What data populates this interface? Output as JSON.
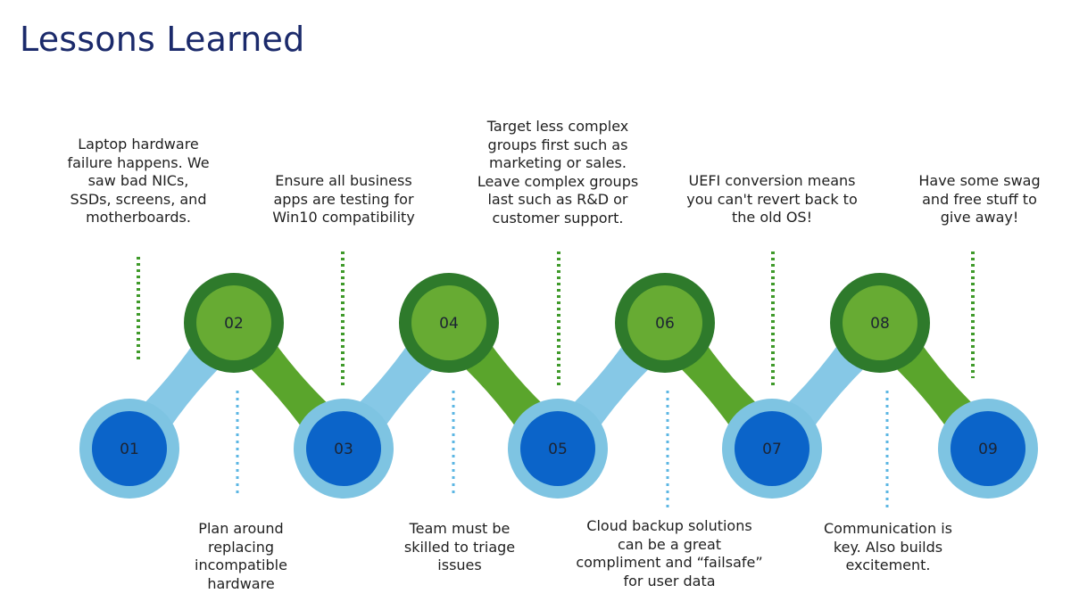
{
  "title": "Lessons Learned",
  "colors": {
    "title": "#1b2a6b",
    "blue_ring": "#7ec4e2",
    "blue_core": "#0b64c9",
    "green_ring": "#2e7a2b",
    "green_core": "#67ab33",
    "blue_connector": "#86c8e6",
    "green_connector": "#5aa52c",
    "dot_green": "#3f9a2a",
    "dot_blue": "#5bb6e3"
  },
  "steps": [
    {
      "number": "01",
      "text": "Laptop hardware\nfailure happens. We\nsaw bad NICs,\nSSDs, screens, and\nmotherboards."
    },
    {
      "number": "02",
      "text": "Plan around\nreplacing\nincompatible\nhardware"
    },
    {
      "number": "03",
      "text": "Ensure all business\napps are testing for\nWin10 compatibility"
    },
    {
      "number": "04",
      "text": "Team must be\nskilled to triage\nissues"
    },
    {
      "number": "05",
      "text": "Target less complex\ngroups first such as\nmarketing or sales.\nLeave complex groups\nlast such as R&D or\ncustomer support."
    },
    {
      "number": "06",
      "text": "Cloud backup solutions\ncan be a great\ncompliment and “failsafe”\nfor user data"
    },
    {
      "number": "07",
      "text": "UEFI conversion means\nyou can't revert back to\nthe old OS!"
    },
    {
      "number": "08",
      "text": "Communication is\nkey. Also builds\nexcitement."
    },
    {
      "number": "09",
      "text": "Have some swag\nand free stuff to\ngive away!"
    }
  ]
}
